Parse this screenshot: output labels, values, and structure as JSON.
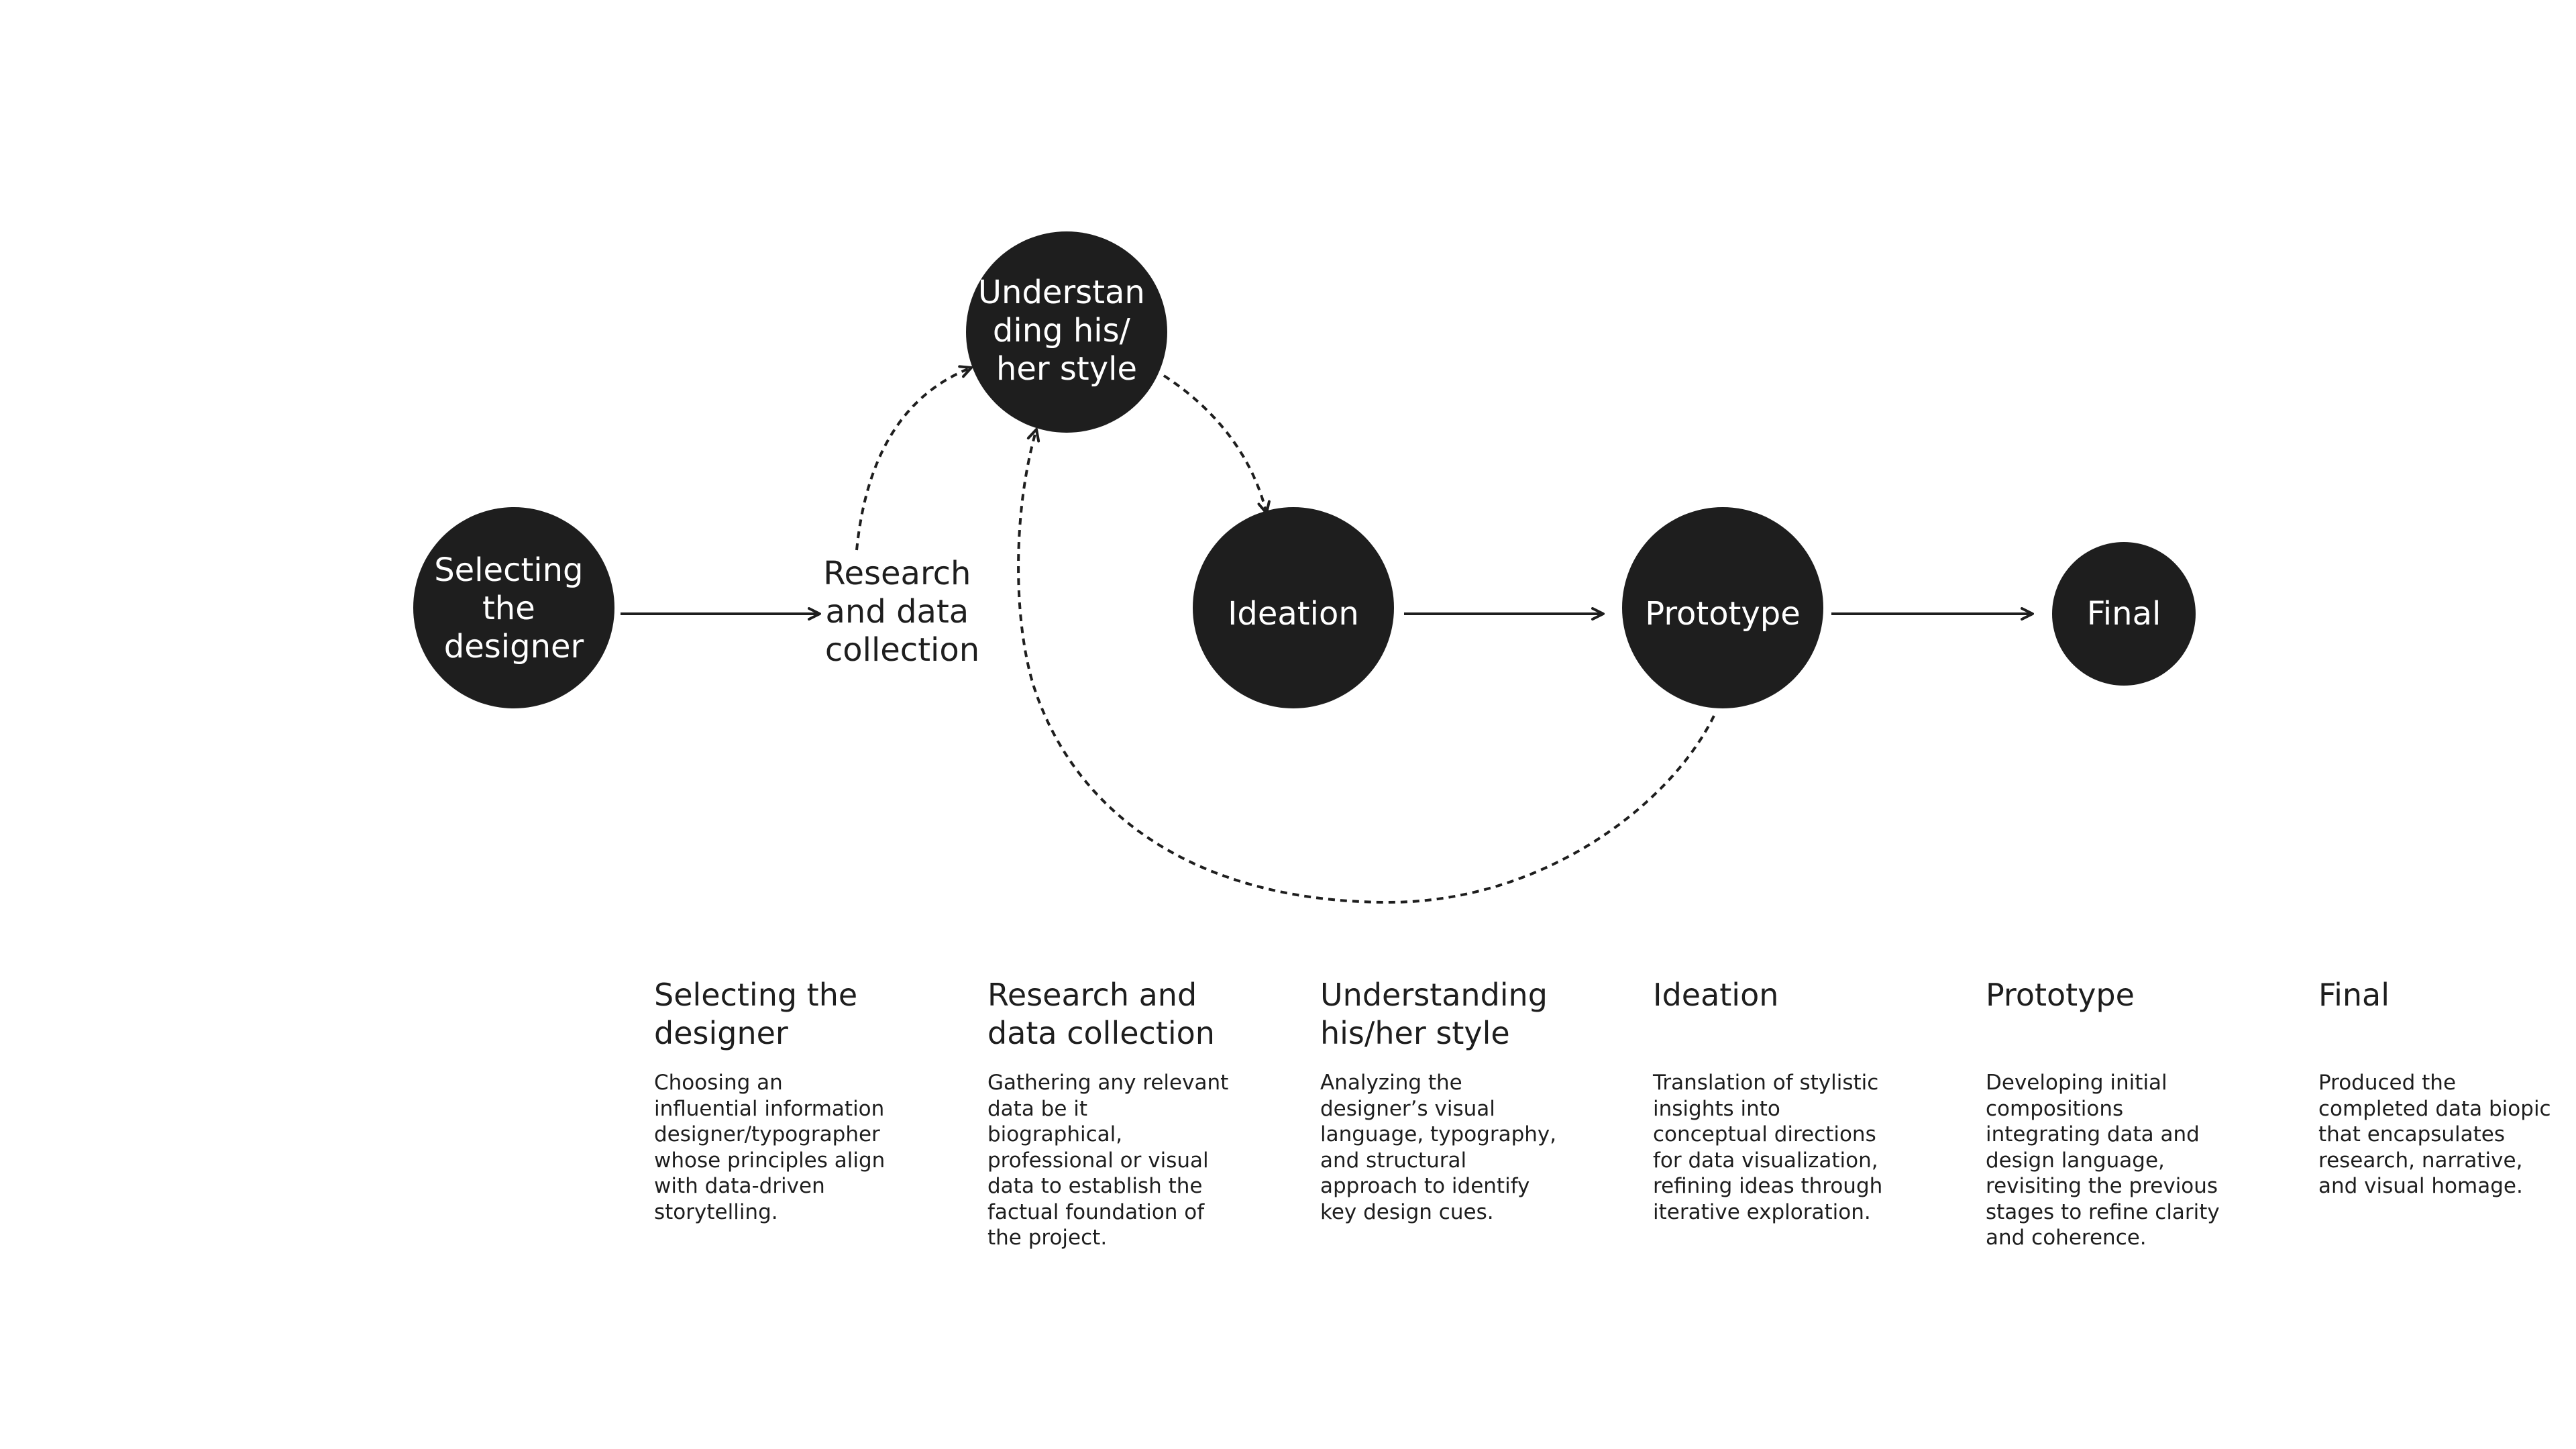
{
  "nodes": {
    "selecting": [
      "Selecting",
      "the",
      "designer"
    ],
    "research": [
      "Research",
      "and data",
      "collection"
    ],
    "understanding": [
      "Understan",
      "ding his/",
      "her style"
    ],
    "ideation": [
      "Ideation"
    ],
    "prototype": [
      "Prototype"
    ],
    "final": [
      "Final"
    ]
  },
  "steps": [
    {
      "title": "Selecting the\ndesigner",
      "description": "Choosing an\ninfluential information\ndesigner/typographer\nwhose principles align\nwith data-driven\nstorytelling."
    },
    {
      "title": "Research and\ndata collection",
      "description": "Gathering any relevant\ndata be it\nbiographical,\nprofessional or visual\ndata to establish the\nfactual foundation of\nthe project."
    },
    {
      "title": "Understanding\nhis/her style",
      "description": "Analyzing the\ndesigner’s visual\nlanguage, typography,\nand structural\napproach to identify\nkey design cues."
    },
    {
      "title": "Ideation",
      "description": "Translation of stylistic\ninsights into\nconceptual directions\nfor data visualization,\nrefining ideas through\niterative exploration."
    },
    {
      "title": "Prototype",
      "description": "Developing initial\ncompositions\nintegrating data and\ndesign language,\nrevisiting the previous\nstages to refine clarity\nand coherence."
    },
    {
      "title": "Final",
      "description": "Produced the\ncompleted data biopic\nthat encapsulates\nresearch, narrative,\nand visual homage."
    }
  ],
  "colors": {
    "node_fill": "#1e1e1e",
    "node_text": "#ffffff",
    "text": "#1e1e1e",
    "background": "#ffffff"
  }
}
